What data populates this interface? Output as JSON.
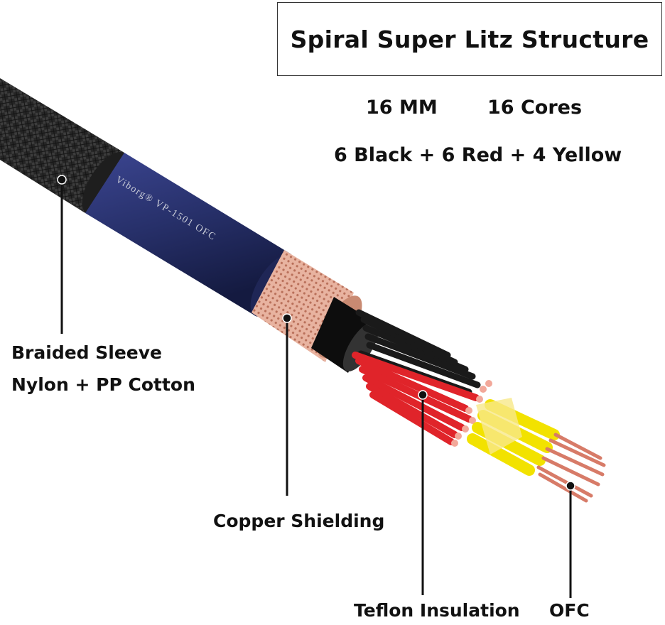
{
  "title": "Spiral Super Litz Structure",
  "specs": {
    "diameter": "16 MM",
    "cores": "16 Cores",
    "composition": "6 Black + 6 Red + 4 Yellow"
  },
  "cable_print": "Viborg® VP-1501 OFC",
  "callouts": {
    "braided_sleeve_line1": "Braided Sleeve",
    "braided_sleeve_line2": "Nylon + PP Cotton",
    "copper_shielding": "Copper Shielding",
    "teflon_insulation": "Teflon Insulation",
    "ofc": "OFC"
  },
  "colors": {
    "braid": "#2a2a2a",
    "jacket": "#28306a",
    "copper": "#d9957a",
    "black_wire": "#1a1a1a",
    "red_wire": "#e0242a",
    "yellow_wire": "#f2e200"
  }
}
